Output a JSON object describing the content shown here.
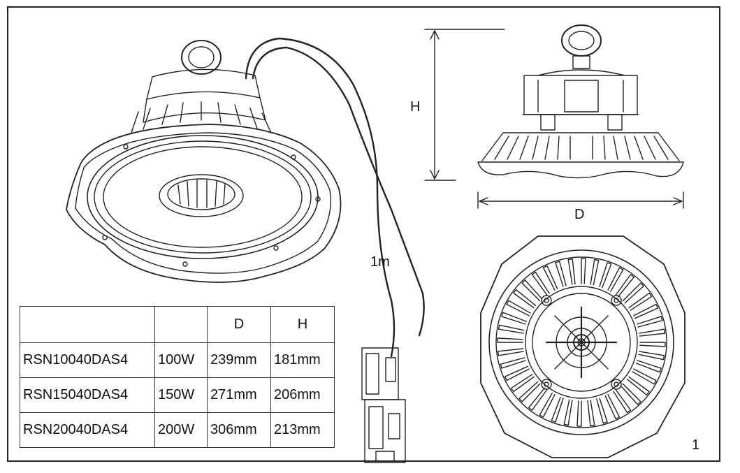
{
  "labels": {
    "height": "H",
    "diameter": "D",
    "cable_length": "1m",
    "figure_number": "1"
  },
  "table": {
    "header": [
      "",
      "",
      "D",
      "H"
    ],
    "rows": [
      [
        "RSN10040DAS4",
        "100W",
        "239mm",
        "181mm"
      ],
      [
        "RSN15040DAS4",
        "150W",
        "271mm",
        "206mm"
      ],
      [
        "RSN20040DAS4",
        "200W",
        "306mm",
        "213mm"
      ]
    ]
  },
  "icons": [
    "perspective-lamp-drawing",
    "side-view-lamp-drawing",
    "top-view-lamp-drawing",
    "connector-plug-icon"
  ]
}
